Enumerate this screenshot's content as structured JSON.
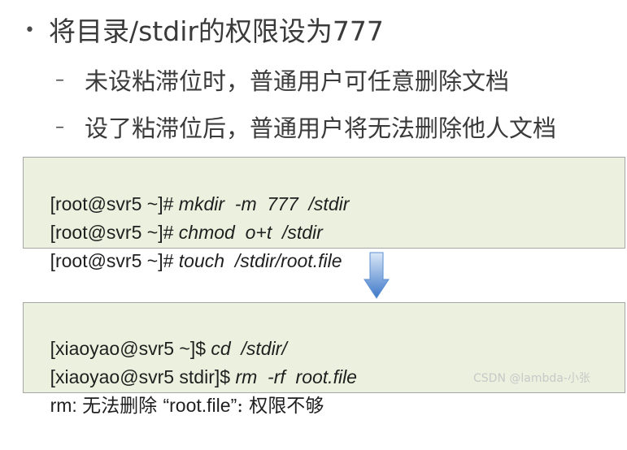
{
  "heading": {
    "bullet": "•",
    "text": "将目录/stdir的权限设为777"
  },
  "subpoints": [
    {
      "dash": "–",
      "text": "未设粘滞位时，普通用户可任意删除文档"
    },
    {
      "dash": "–",
      "text": "设了粘滞位后，普通用户将无法删除他人文档"
    }
  ],
  "block1": {
    "lines": [
      {
        "prompt": "[root@svr5 ~]# ",
        "command": "mkdir  -m  777  /stdir"
      },
      {
        "prompt": "[root@svr5 ~]# ",
        "command": "chmod  o+t  /stdir"
      },
      {
        "prompt": "[root@svr5 ~]# ",
        "command": "touch  /stdir/root.file"
      }
    ]
  },
  "block2": {
    "lines": [
      {
        "prompt": "[xiaoyao@svr5 ~]$ ",
        "command": "cd  /stdir/"
      },
      {
        "prompt": "[xiaoyao@svr5 stdir]$ ",
        "command": "rm  -rf  root.file"
      }
    ],
    "error": {
      "prefix": "rm: ",
      "message_cn_1": "无法删除 ",
      "quoted": "“root.file”",
      "message_cn_2": ": 权限不够"
    }
  },
  "arrow_icon": "down-arrow-icon",
  "colors": {
    "code_bg": "#ebf1de",
    "arrow_top": "#dbe8f7",
    "arrow_bottom": "#3d78c8"
  },
  "watermark": "CSDN @lambda-小张"
}
